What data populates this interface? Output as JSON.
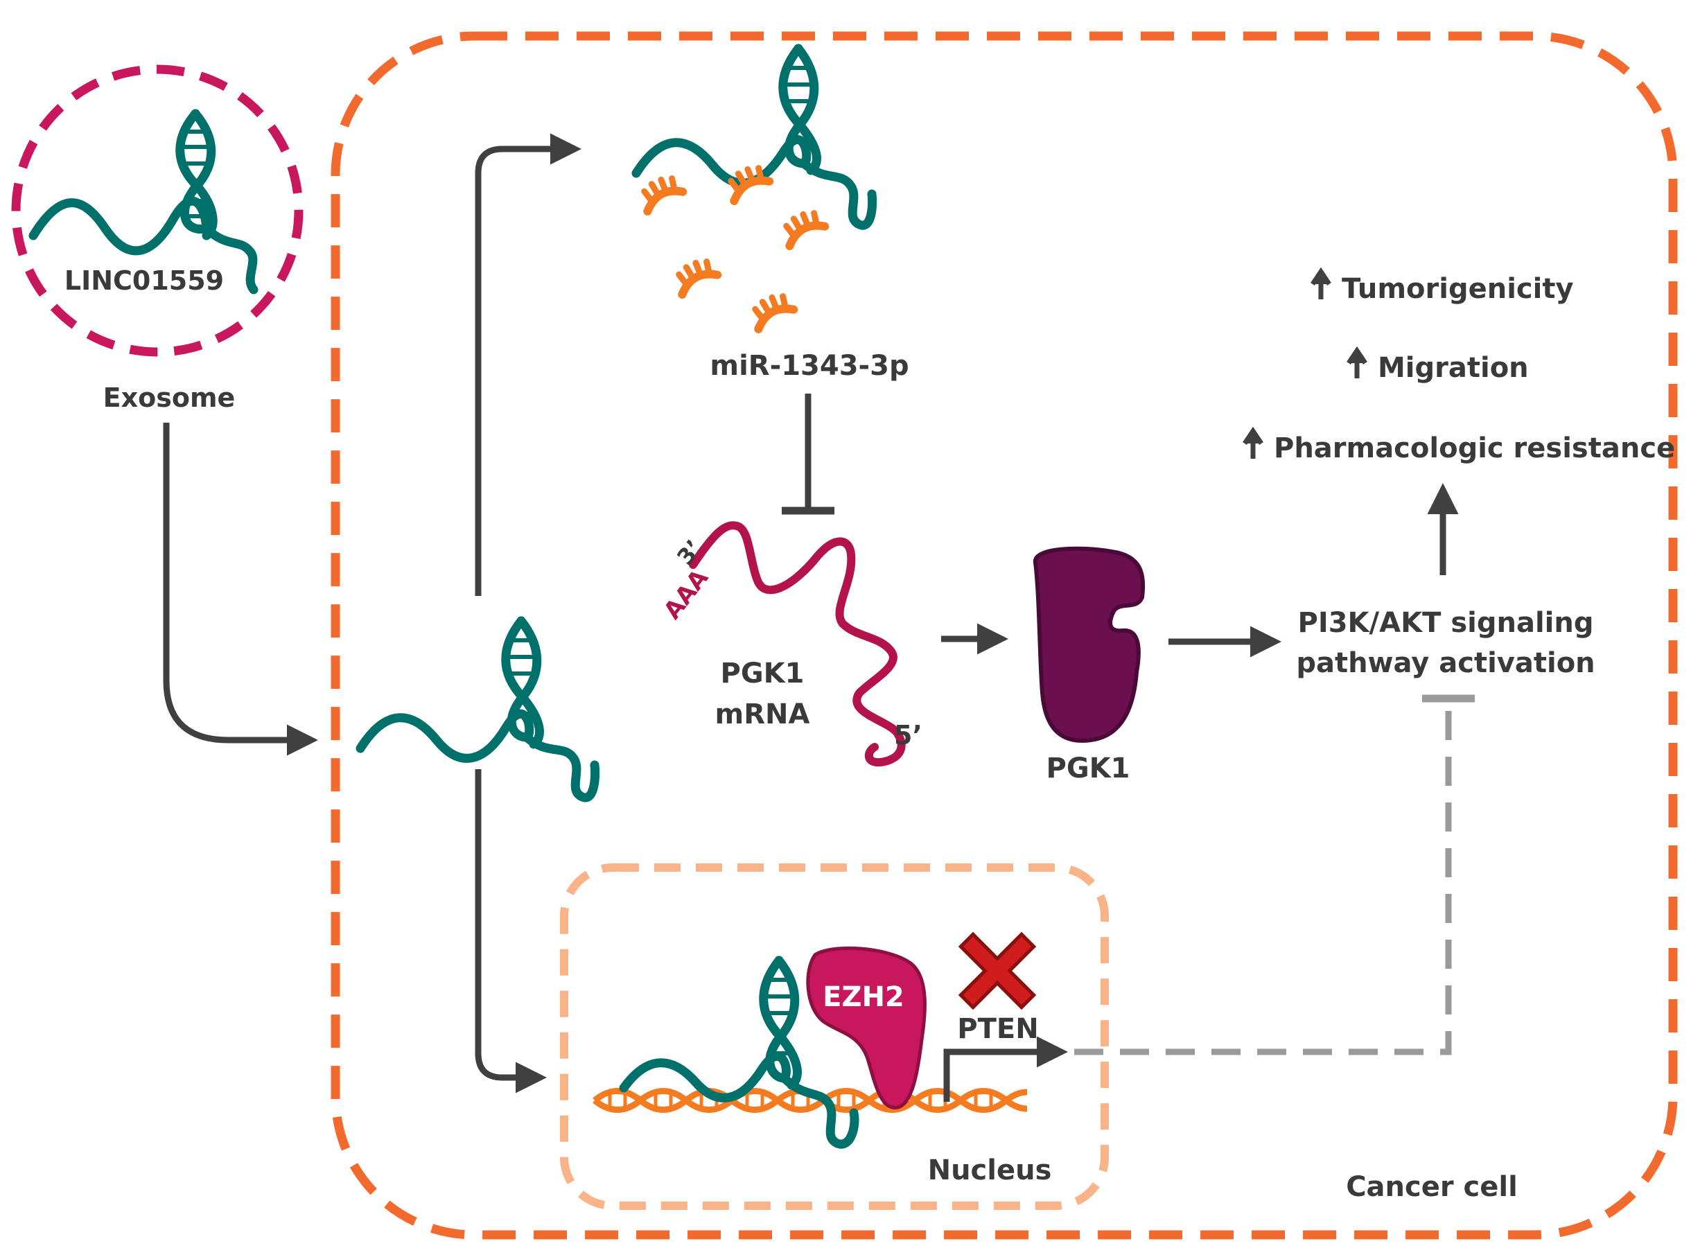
{
  "labels": {
    "exosome_rna": "LINC01559",
    "exosome": "Exosome",
    "mirna": "miR-1343-3p",
    "poly_a": "AAA",
    "three_prime": "3’",
    "five_prime": "5’",
    "mrna_line1": "PGK1",
    "mrna_line2": "mRNA",
    "protein": "PGK1",
    "pathway_line1": "PI3K/AKT signaling",
    "pathway_line2": "pathway activation",
    "outcome1": "Tumorigenicity",
    "outcome2": "Migration",
    "outcome3": "Pharmacologic resistance",
    "ezh2": "EZH2",
    "pten": "PTEN",
    "nucleus": "Nucleus",
    "cell": "Cancer cell"
  },
  "colors": {
    "cell_border": "#f26a2e",
    "exosome_border": "#c8175d",
    "nucleus_border": "#f9b389",
    "lncrna": "#00706b",
    "mirna": "#f47b20",
    "mrna": "#b3124b",
    "pgk1_protein": "#6b0f4f",
    "ezh2": "#c8175d",
    "dna": "#f47b20",
    "arrow": "#404040",
    "dashed_inhibition": "#9a9a9a",
    "cross": "#d01c1c"
  }
}
